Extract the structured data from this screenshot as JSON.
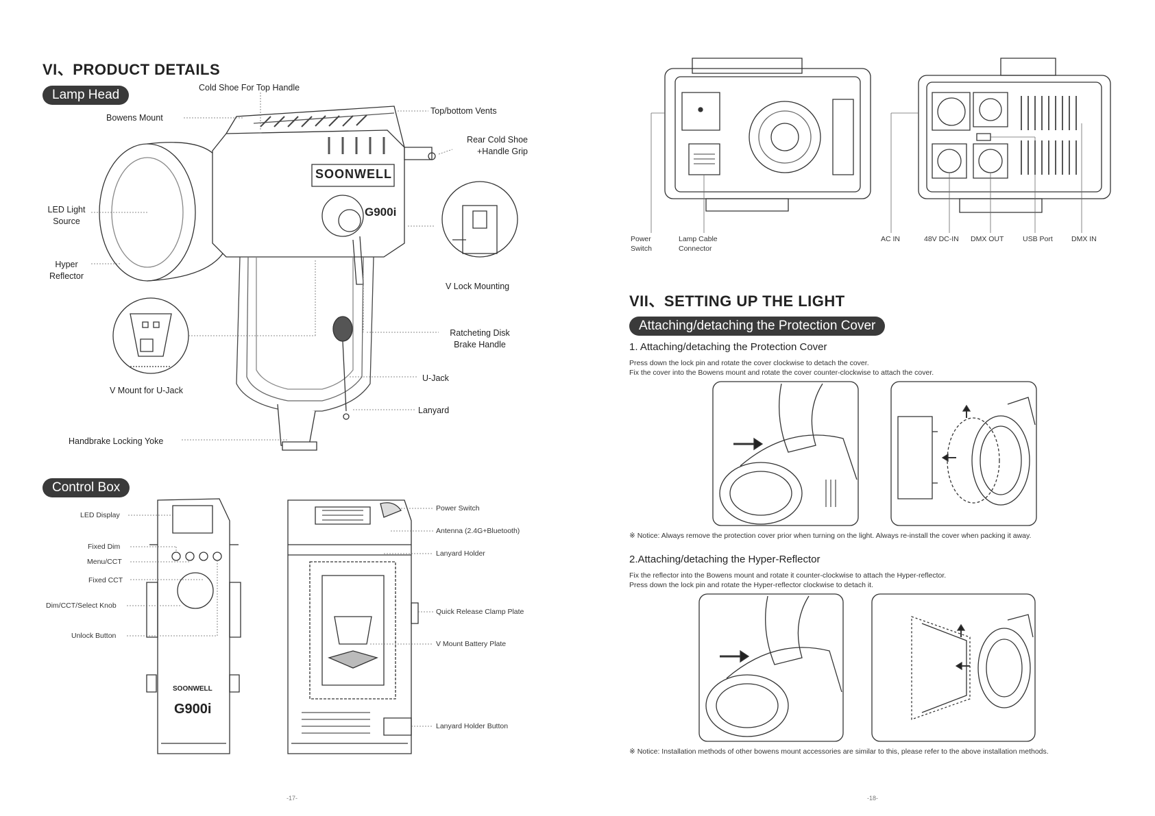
{
  "left_page": {
    "title": "VI、PRODUCT DETAILS",
    "lamp_head": {
      "tag": "Lamp Head",
      "labels": {
        "cold_shoe_top": "Cold Shoe For Top Handle",
        "bowens_mount": "Bowens Mount",
        "top_bottom_vents": "Top/bottom Vents",
        "rear_cold_shoe_1": "Rear Cold Shoe",
        "rear_cold_shoe_2": "+Handle Grip",
        "led_source_1": "LED Light",
        "led_source_2": "Source",
        "hyper_reflector_1": "Hyper",
        "hyper_reflector_2": "Reflector",
        "v_lock": "V Lock Mounting",
        "ratchet_1": "Ratcheting Disk",
        "ratchet_2": "Brake Handle",
        "v_mount_ujack": "V Mount for U-Jack",
        "ujack": "U-Jack",
        "lanyard": "Lanyard",
        "yoke": "Handbrake Locking Yoke"
      },
      "brand": "SOONWELL",
      "model": "G900i"
    },
    "control_box": {
      "tag": "Control Box",
      "labels": {
        "led_display": "LED Display",
        "fixed_dim": "Fixed Dim",
        "menu_cct": "Menu/CCT",
        "fixed_cct": "Fixed CCT",
        "knob": "Dim/CCT/Select Knob",
        "unlock": "Unlock Button",
        "power_switch": "Power Switch",
        "antenna": "Antenna (2.4G+Bluetooth)",
        "lanyard_holder": "Lanyard Holder",
        "qr_plate": "Quick Release Clamp Plate",
        "vmount_plate": "V Mount Battery Plate",
        "lanyard_holder_button": "Lanyard Holder Button"
      },
      "brand": "SOONWELL",
      "model": "G900i"
    },
    "page_number": "-17-"
  },
  "right_page": {
    "ports": {
      "power_switch_1": "Power",
      "power_switch_2": "Switch",
      "lamp_cable_1": "Lamp Cable",
      "lamp_cable_2": "Connector",
      "ac_in": "AC IN",
      "dc_in": "48V DC-IN",
      "dmx_out": "DMX OUT",
      "usb": "USB Port",
      "dmx_in": "DMX IN"
    },
    "title": "VII、SETTING UP THE LIGHT",
    "cover_tag": "Attaching/detaching the Protection Cover",
    "step1": {
      "heading": "1. Attaching/detaching the Protection Cover",
      "line1": "Press down the lock pin and rotate the cover clockwise to detach the cover.",
      "line2": "Fix the cover into the Bowens mount and rotate the cover counter-clockwise to attach the cover.",
      "notice": "※ Notice: Always remove the protection cover prior when turning on the light. Always re-install the cover when packing it away."
    },
    "step2": {
      "heading": "2.Attaching/detaching the Hyper-Reflector",
      "line1": "Fix the reflector into the Bowens mount and rotate it counter-clockwise to attach the Hyper-reflector.",
      "line2": "Press down the lock pin and rotate the Hyper-reflector clockwise to detach it.",
      "notice": "※ Notice: Installation methods of other bowens mount accessories are similar to this, please refer to the above installation methods."
    },
    "page_number": "-18-"
  }
}
